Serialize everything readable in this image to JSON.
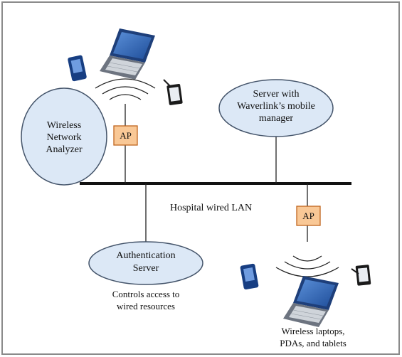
{
  "nodes": {
    "analyzer": {
      "lines": [
        "Wireless",
        "Network",
        "Analyzer"
      ]
    },
    "server": {
      "lines": [
        "Server with",
        "Waverlink’s mobile",
        "manager"
      ]
    },
    "auth": {
      "lines": [
        "Authentication",
        "Server"
      ]
    },
    "ap_top": {
      "label": "AP"
    },
    "ap_bottom": {
      "label": "AP"
    }
  },
  "labels": {
    "lan": "Hospital wired LAN",
    "auth_note": [
      "Controls access to",
      "wired resources"
    ],
    "devices_note": [
      "Wireless laptops,",
      "PDAs, and tablets"
    ]
  },
  "icons": [
    "laptop-icon",
    "pda-icon",
    "tablet-icon",
    "wireless-signal-icon"
  ],
  "colors": {
    "ellipse_fill": "#dce8f6",
    "ellipse_stroke": "#44546a",
    "ap_fill": "#f9c896",
    "ap_stroke": "#c0651e",
    "device_blue": "#1e4f9a",
    "line": "#111111"
  }
}
